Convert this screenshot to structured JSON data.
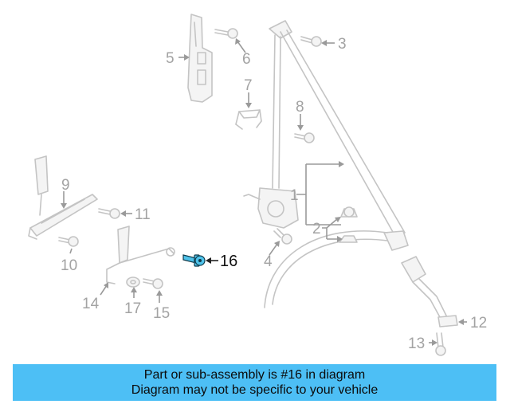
{
  "callouts": {
    "c1": "1",
    "c2": "2",
    "c3": "3",
    "c4": "4",
    "c5": "5",
    "c6": "6",
    "c7": "7",
    "c8": "8",
    "c9": "9",
    "c10": "10",
    "c11": "11",
    "c12": "12",
    "c13": "13",
    "c14": "14",
    "c15": "15",
    "c16": "16",
    "c17": "17"
  },
  "highlighted_part": "16",
  "colors": {
    "banner": "#4dbff5",
    "highlight": "#4ec2ea",
    "parts": "#c4c4c4",
    "callout_text": "#a3a3a3"
  },
  "banner": {
    "line1": "Part or sub-assembly is #16 in diagram",
    "line2": "Diagram may not be specific to your vehicle"
  }
}
